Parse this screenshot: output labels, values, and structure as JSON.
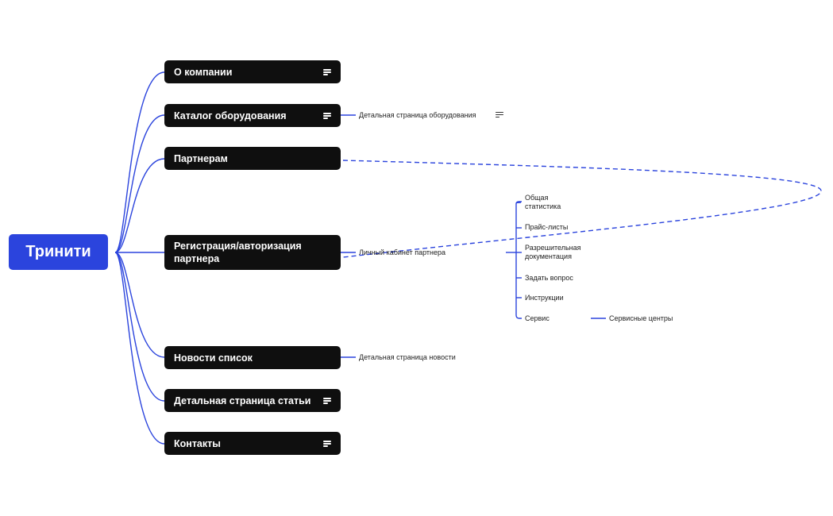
{
  "root": {
    "label": "Тринити",
    "color": "#2b44dd"
  },
  "sections": [
    {
      "label": "О компании"
    },
    {
      "label": "Каталог оборудования",
      "child": "Детальная страница оборудования"
    },
    {
      "label": "Партнерам"
    },
    {
      "label": "Регистрация/авторизация партнера",
      "child": "Личный кабинет партнера"
    },
    {
      "label": "Новости список",
      "child": "Детальная страница новости"
    },
    {
      "label": "Детальная страница статьи"
    },
    {
      "label": "Контакты"
    }
  ],
  "cabinet_items": [
    {
      "label": "Общая статистика"
    },
    {
      "label": "Прайс-листы"
    },
    {
      "label": "Разрешительная документация"
    },
    {
      "label": "Задать вопрос"
    },
    {
      "label": "Инструкции"
    },
    {
      "label": "Сервис",
      "child": "Сервисные центры"
    }
  ],
  "colors": {
    "link": "#2b44dd",
    "node_bg": "#0f0f0f",
    "background": "#ffffff"
  },
  "icons": {
    "notes": "menu-lines-icon"
  }
}
